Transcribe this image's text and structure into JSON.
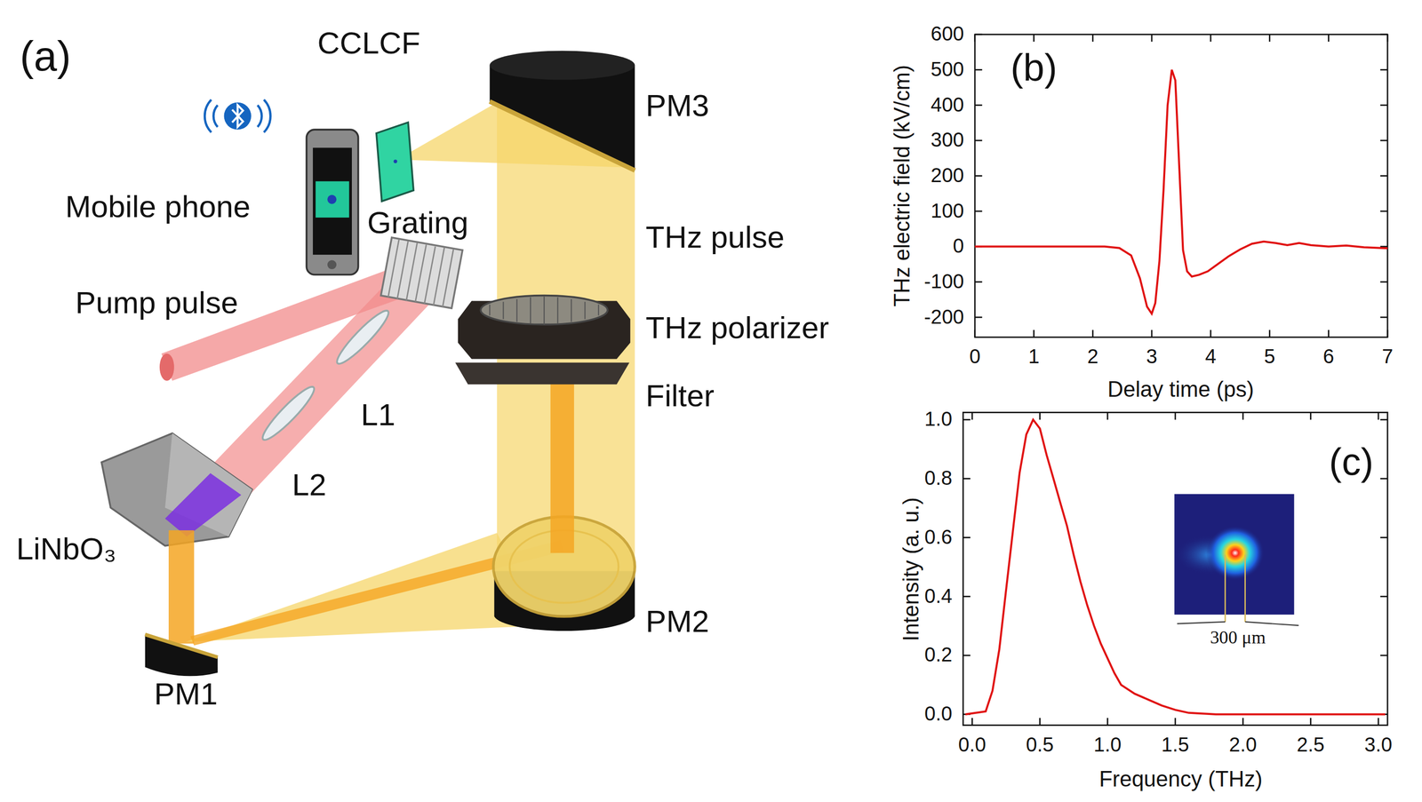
{
  "diagram": {
    "labels": [
      "(a)",
      "CCLCF",
      "PM3",
      "Mobile phone",
      "Grating",
      "THz pulse",
      "Pump pulse",
      "THz polarizer",
      "Filter",
      "L1",
      "L2",
      "LiNbO₃",
      "PM1",
      "PM2",
      "(b)",
      "600",
      "500",
      "400",
      "300",
      "200",
      "100",
      "0",
      "-100",
      "-200",
      "THz electric field (kV/cm)",
      "0",
      "1",
      "2",
      "3",
      "4",
      "5",
      "6",
      "7",
      "Delay time (ps)",
      "(c)",
      "1.0",
      "0.8",
      "0.6",
      "0.4",
      "0.2",
      "0.0",
      "Intensity (a. u.)",
      "0.0",
      "0.5",
      "1.0",
      "1.5",
      "2.0",
      "2.5",
      "3.0",
      "Frequency (THz)",
      "300 μm"
    ]
  }
}
